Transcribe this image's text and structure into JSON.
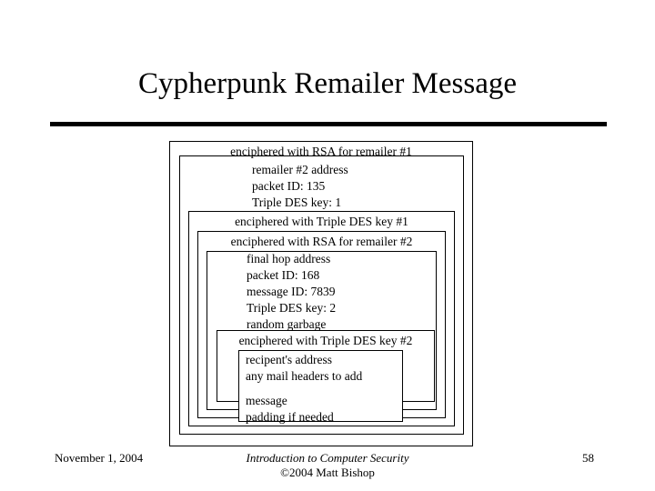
{
  "slide": {
    "title": "Cypherpunk Remailer Message",
    "page_number": "58"
  },
  "diagram": {
    "layers": [
      {
        "id": "layer-rsa-remailer-1",
        "header": "enciphered with RSA for remailer #1"
      },
      {
        "id": "layer-remailer-1-payload",
        "lines": [
          "remailer #2 address",
          "packet ID: 135",
          "Triple DES key: 1"
        ]
      },
      {
        "id": "layer-3des-key-1",
        "header": "enciphered with Triple DES key #1"
      },
      {
        "id": "layer-rsa-remailer-2",
        "header": "enciphered with RSA for remailer #2"
      },
      {
        "id": "layer-remailer-2-payload",
        "lines": [
          "final hop address",
          "packet ID: 168",
          "message ID: 7839",
          "Triple DES key: 2",
          "random garbage"
        ]
      },
      {
        "id": "layer-3des-key-2",
        "header": "enciphered with Triple DES key #2"
      },
      {
        "id": "layer-final-message",
        "lines": [
          "recipent's address",
          "any mail headers to add",
          "",
          "message",
          "padding if needed"
        ]
      }
    ]
  },
  "footer": {
    "date": "November 1, 2004",
    "course": "Introduction to Computer Security",
    "copyright": "©2004 Matt Bishop"
  },
  "colors": {
    "background": "#ffffff",
    "foreground": "#000000",
    "rule": "#000000"
  }
}
